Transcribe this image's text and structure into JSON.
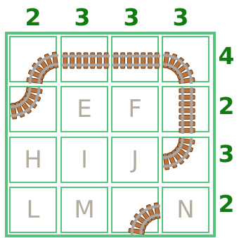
{
  "colors": {
    "clue": "#117a11",
    "grid": "#55c679",
    "letter": "#b3ab9c",
    "tie": "#b9733b",
    "rail": "#a7a7a7"
  },
  "column_clues": [
    "2",
    "3",
    "3",
    "3"
  ],
  "row_clues": [
    "4",
    "2",
    "3",
    "2"
  ],
  "grid": [
    [
      {
        "letter": "",
        "track": "curve-east-south"
      },
      {
        "letter": "",
        "track": "straight-horizontal"
      },
      {
        "letter": "",
        "track": "straight-horizontal"
      },
      {
        "letter": "",
        "track": "curve-west-south"
      }
    ],
    [
      {
        "letter": "",
        "track": "curve-north-west"
      },
      {
        "letter": "E",
        "track": "none"
      },
      {
        "letter": "F",
        "track": "none"
      },
      {
        "letter": "",
        "track": "straight-vertical"
      }
    ],
    [
      {
        "letter": "H",
        "track": "none"
      },
      {
        "letter": "I",
        "track": "none"
      },
      {
        "letter": "J",
        "track": "none"
      },
      {
        "letter": "",
        "track": "curve-north-west"
      }
    ],
    [
      {
        "letter": "L",
        "track": "none"
      },
      {
        "letter": "M",
        "track": "none"
      },
      {
        "letter": "",
        "track": "curve-east-south"
      },
      {
        "letter": "N",
        "track": "none"
      }
    ]
  ]
}
